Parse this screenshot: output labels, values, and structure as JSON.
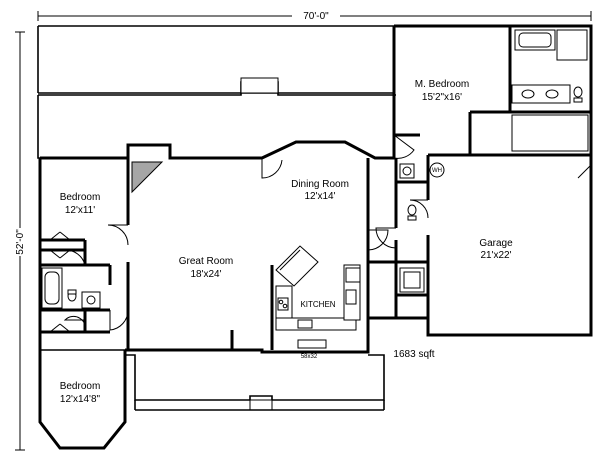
{
  "dimensions": {
    "width": "70'-0\"",
    "depth": "52'-0\""
  },
  "area": "1683 sqft",
  "rooms": {
    "master_bedroom": {
      "name": "M. Bedroom",
      "size": "15'2\"x16'"
    },
    "bedroom_upper": {
      "name": "Bedroom",
      "size": "12'x11'"
    },
    "bedroom_lower": {
      "name": "Bedroom",
      "size": "12'x14'8\""
    },
    "great_room": {
      "name": "Great Room",
      "size": "18'x24'"
    },
    "dining_room": {
      "name": "Dining Room",
      "size": "12'x14'"
    },
    "kitchen": {
      "name": "KITCHEN"
    },
    "garage": {
      "name": "Garage",
      "size": "21'x22'"
    },
    "water_heater": {
      "name": "WH"
    },
    "window_label": {
      "name": "58x32"
    }
  }
}
